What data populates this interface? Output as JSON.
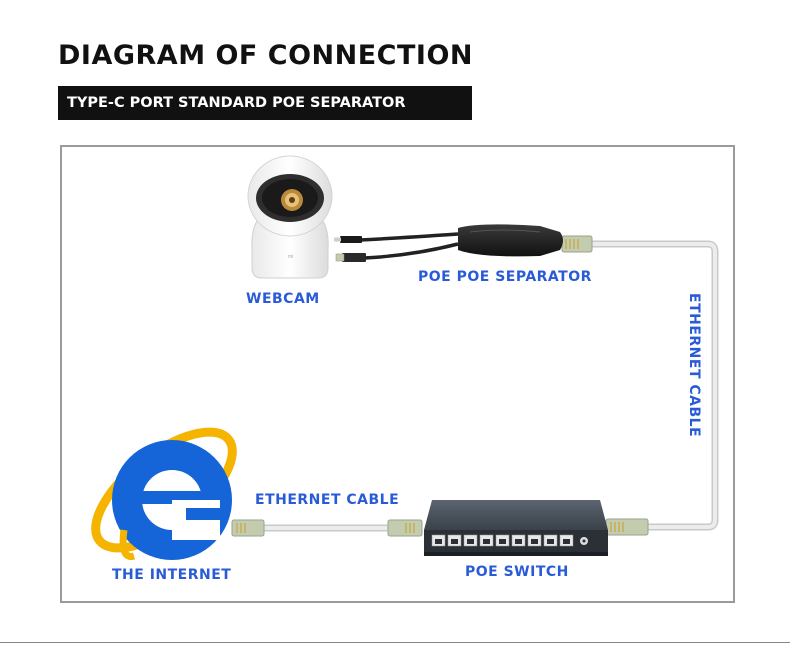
{
  "title": "DIAGRAM OF CONNECTION",
  "subtitle": "TYPE-C PORT STANDARD POE SEPARATOR",
  "labels": {
    "webcam": "WEBCAM",
    "separator": "POE POE SEPARATOR",
    "ethernet_vertical": "ETHERNET CABLE",
    "ethernet_horizontal": "ETHERNET CABLE",
    "internet": "THE INTERNET",
    "switch": "POE SWITCH"
  },
  "colors": {
    "label_blue": "#2a5bd7",
    "ie_blue": "#1565d8",
    "ie_gold": "#f4b400",
    "cable_gray": "#d6d6d6"
  },
  "icons": {
    "webcam": "webcam-icon",
    "separator": "poe-separator-icon",
    "internet": "internet-explorer-icon",
    "switch": "network-switch-icon"
  }
}
